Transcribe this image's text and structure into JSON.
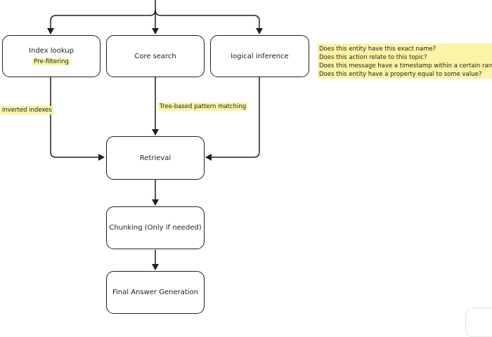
{
  "nodes": {
    "index_lookup": {
      "label": "Index lookup",
      "sublabel": "Pre-filtering"
    },
    "core_search": {
      "label": "Core search"
    },
    "logical_inference": {
      "label": "logical inference"
    },
    "retrieval": {
      "label": "Retrieval"
    },
    "chunking": {
      "label": "Chunking (Only if needed)"
    },
    "final_answer": {
      "label": "Final Answer Generation"
    }
  },
  "annotations": {
    "inverted_indexes": "inverted indexes",
    "tree_based": "Tree-based pattern matching"
  },
  "questions": [
    "Does this entity have this exact name?",
    "Does this action relate to this topic?",
    "Does this message have a timestamp within a certain range?",
    "Does this entity have a property equal to some value?"
  ],
  "colors": {
    "highlight": "#fbf3a6",
    "stroke": "#1f1f1f"
  }
}
